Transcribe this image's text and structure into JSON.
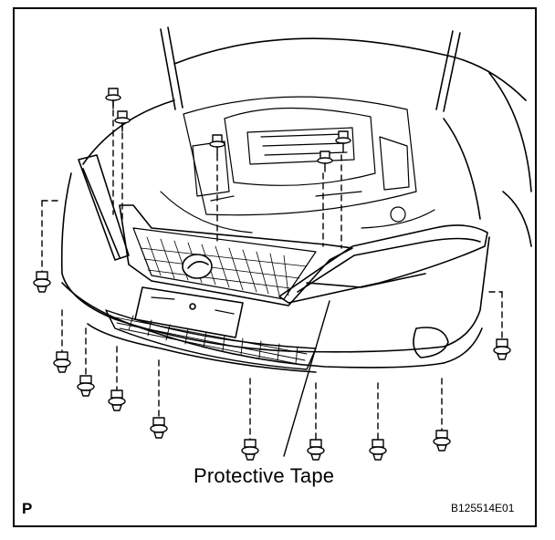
{
  "labels": {
    "callout": "Protective Tape",
    "corner": "P",
    "figure_id": "B125514E01"
  },
  "colors": {
    "line": "#000000",
    "background": "#ffffff"
  }
}
